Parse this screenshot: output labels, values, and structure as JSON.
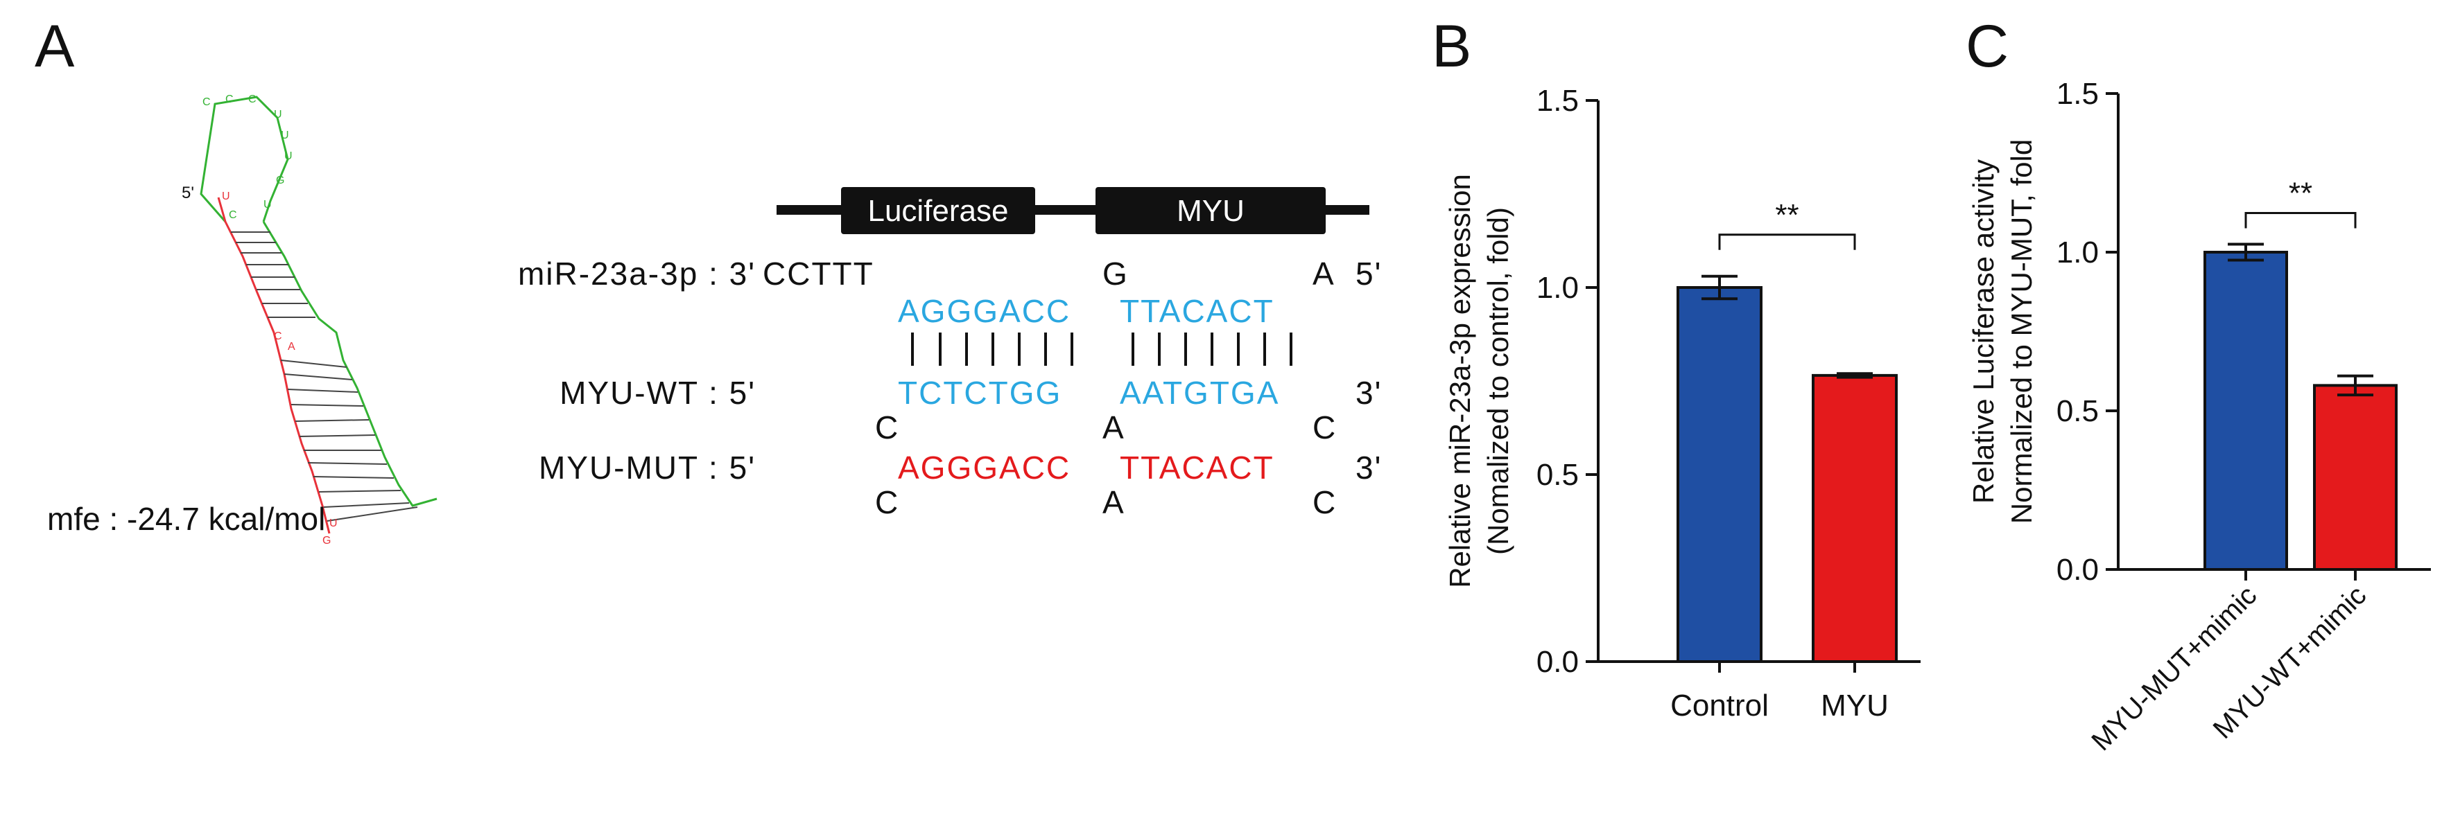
{
  "panelA": {
    "letter": "A",
    "rna_fold": {
      "five_prime_label": "5'",
      "mfe_label": "mfe : -24.7 kcal/mol"
    },
    "construct": {
      "luciferase_label": "Luciferase",
      "myu_label": "MYU"
    },
    "mirna_row": {
      "label": "miR-23a-3p : 3'",
      "left_bulge": "CCTTT",
      "mid_bulge": "G",
      "right_bulge": "A",
      "end": "5'",
      "seed_left": "AGGGACC",
      "seed_right": "TTACACT"
    },
    "wt_row": {
      "label": "MYU-WT : 5'",
      "seq_left": "TCTCTGG",
      "seq_right": "AATGTGA",
      "end": "3'",
      "below_left": "C",
      "below_mid": "A",
      "below_right": "C"
    },
    "mut_row": {
      "label": "MYU-MUT : 5'",
      "seq_left": "AGGGACC",
      "seq_right": "TTACACT",
      "end": "3'",
      "below_left": "C",
      "below_mid": "A",
      "below_right": "C"
    },
    "colors": {
      "mirna": "#2aa7e0",
      "mut": "#e41a1c",
      "bar": "#111111",
      "fold_green": "#33b233",
      "fold_red": "#e8323a"
    }
  },
  "chart_data": [
    {
      "panel": "B",
      "type": "bar",
      "categories": [
        "Control",
        "MYU"
      ],
      "values": [
        1.0,
        0.765
      ],
      "errors": [
        0.03,
        0.005
      ],
      "colors": [
        "#1f4fa3",
        "#e41a1c"
      ],
      "ylabel": "Relative miR-23a-3p expression",
      "ylabel2": "(Nomalized to control, fold)",
      "ylim": [
        0,
        1.5
      ],
      "yticks": [
        "0.0",
        "0.5",
        "1.0",
        "1.5"
      ],
      "significance": "**"
    },
    {
      "panel": "C",
      "type": "bar",
      "categories": [
        "MYU-MUT+mimic",
        "MYU-WT+mimic"
      ],
      "values": [
        1.0,
        0.58
      ],
      "errors": [
        0.025,
        0.03
      ],
      "colors": [
        "#1f4fa3",
        "#e41a1c"
      ],
      "ylabel": "Relative Luciferase activity",
      "ylabel2": "Normalized to MYU-MUT, fold",
      "ylim": [
        0,
        1.5
      ],
      "yticks": [
        "0.0",
        "0.5",
        "1.0",
        "1.5"
      ],
      "significance": "**"
    }
  ]
}
